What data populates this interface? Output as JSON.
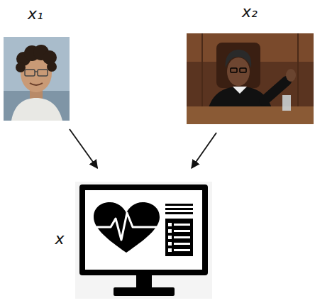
{
  "diagram": {
    "nodes": [
      {
        "text": [
          "x₁"
        ]
      },
      {
        "text": [
          "x₂"
        ]
      },
      {
        "text": [
          "x"
        ]
      }
    ],
    "edges": [
      {
        "from": 0,
        "to": 2,
        "arrow": "to"
      },
      {
        "from": 1,
        "to": 2,
        "arrow": "to"
      }
    ]
  }
}
